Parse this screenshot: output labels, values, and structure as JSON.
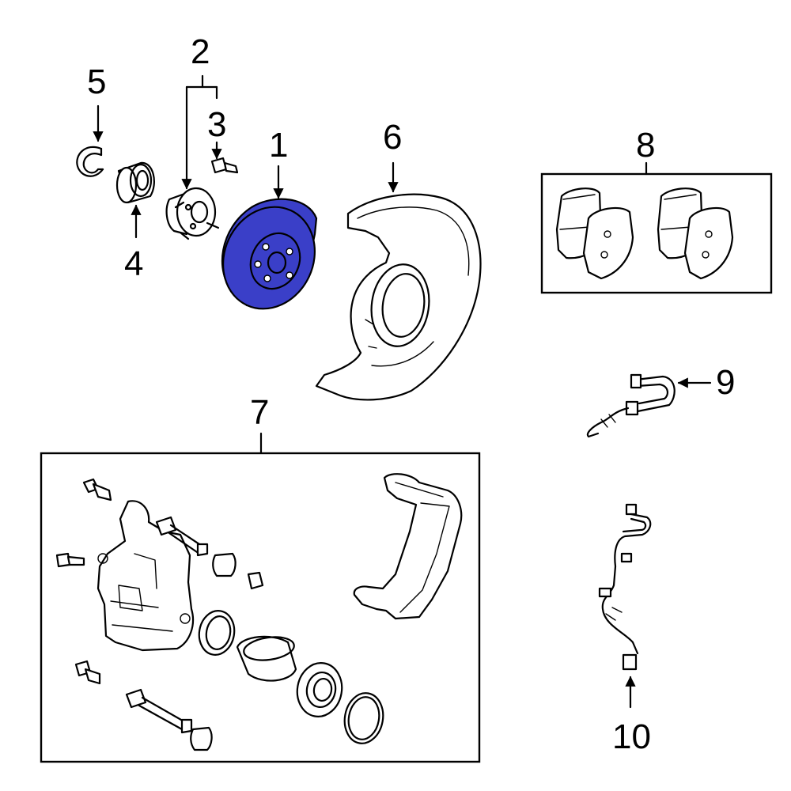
{
  "colors": {
    "highlight": "#3a3fc8",
    "line": "#000000",
    "background": "#ffffff"
  },
  "callouts": {
    "c1": "1",
    "c2": "2",
    "c3": "3",
    "c4": "4",
    "c5": "5",
    "c6": "6",
    "c7": "7",
    "c8": "8",
    "c9": "9",
    "c10": "10"
  },
  "parts": {
    "rotor": {
      "icon": "brake-rotor-icon",
      "highlighted": true
    },
    "hub": {
      "icon": "wheel-hub-icon"
    },
    "hub_bolt": {
      "icon": "hub-bolt-icon"
    },
    "bearing": {
      "icon": "wheel-bearing-icon"
    },
    "snap_ring": {
      "icon": "snap-ring-icon"
    },
    "splash_shield": {
      "icon": "splash-shield-icon"
    },
    "caliper_kit": {
      "icon": "brake-caliper-icon"
    },
    "brake_pads": {
      "icon": "brake-pads-icon"
    },
    "brake_hose": {
      "icon": "brake-hose-icon"
    },
    "abs_sensor": {
      "icon": "abs-sensor-icon"
    }
  }
}
